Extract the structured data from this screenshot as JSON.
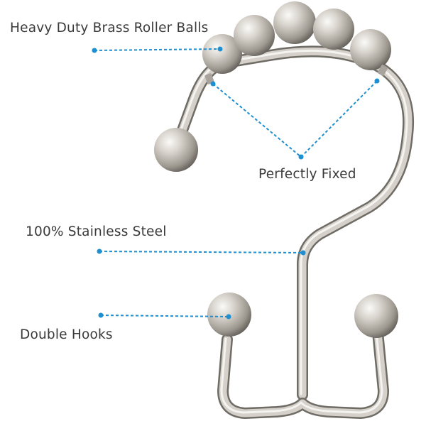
{
  "labels": {
    "rollers": "Heavy Duty Brass Roller Balls",
    "fixed": "Perfectly Fixed",
    "steel": "100% Stainless Steel",
    "hooks": "Double Hooks"
  },
  "colors": {
    "background": "#ffffff",
    "text": "#3a3a3a",
    "leader_line": "#1e8fd0",
    "metal_light": "#f2f1ef",
    "metal_mid": "#c3bfb8",
    "metal_dark": "#6e6a64"
  }
}
